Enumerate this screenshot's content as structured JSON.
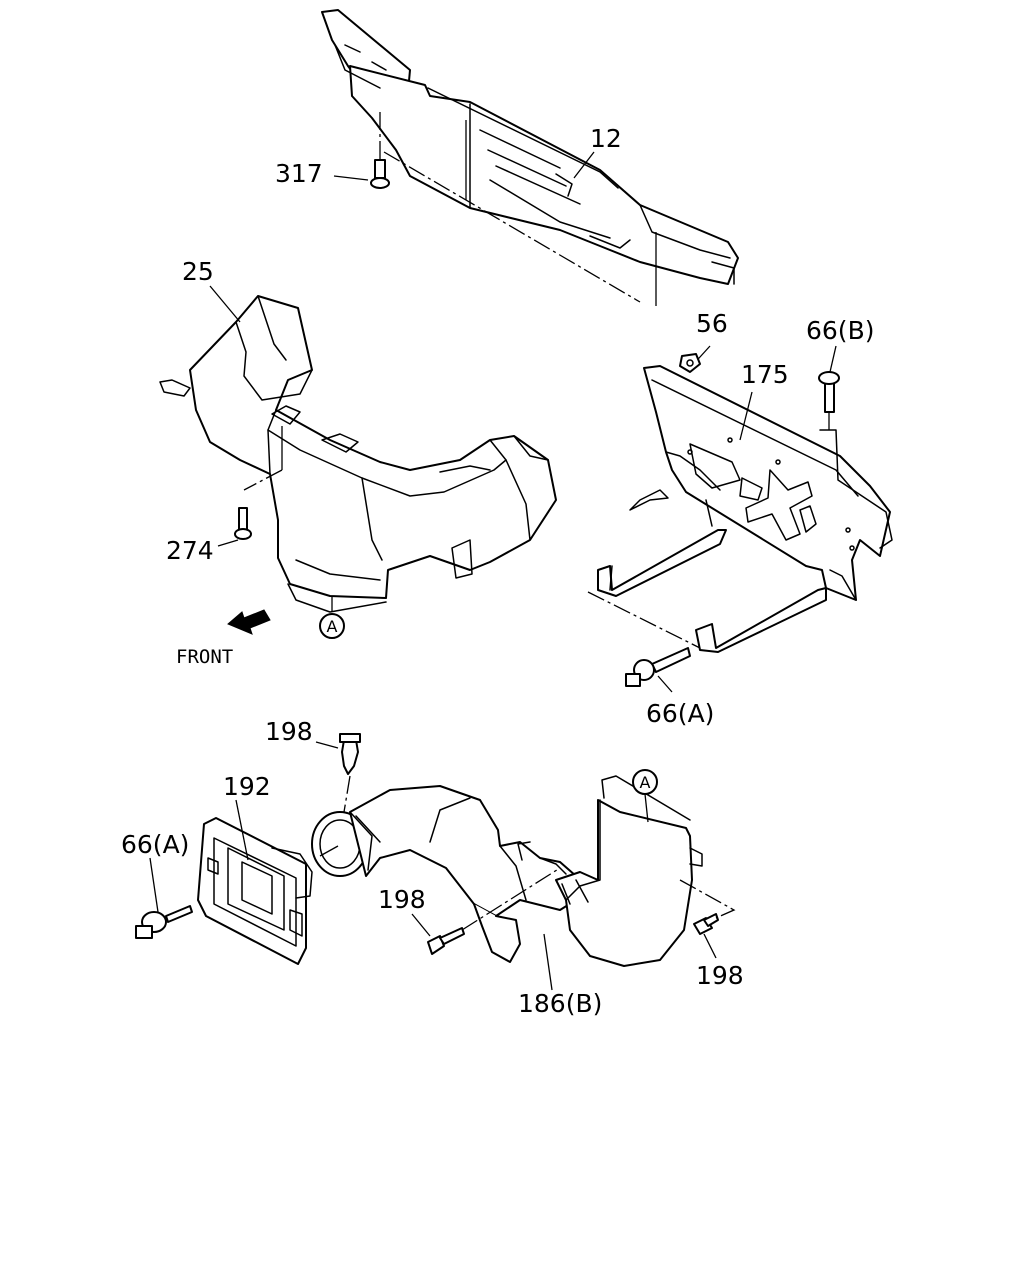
{
  "callouts": {
    "c12": "12",
    "c317": "317",
    "c25": "25",
    "c56": "56",
    "c66b": "66(B)",
    "c175": "175",
    "c274": "274",
    "c66a_right": "66(A)",
    "c198_top": "198",
    "c192": "192",
    "c66a_left": "66(A)",
    "c198_mid": "198",
    "c198_right": "198",
    "c186b": "186(B)"
  },
  "reference_marks": {
    "a_upper": "A",
    "a_lower": "A"
  },
  "direction": {
    "front_label": "FRONT"
  }
}
